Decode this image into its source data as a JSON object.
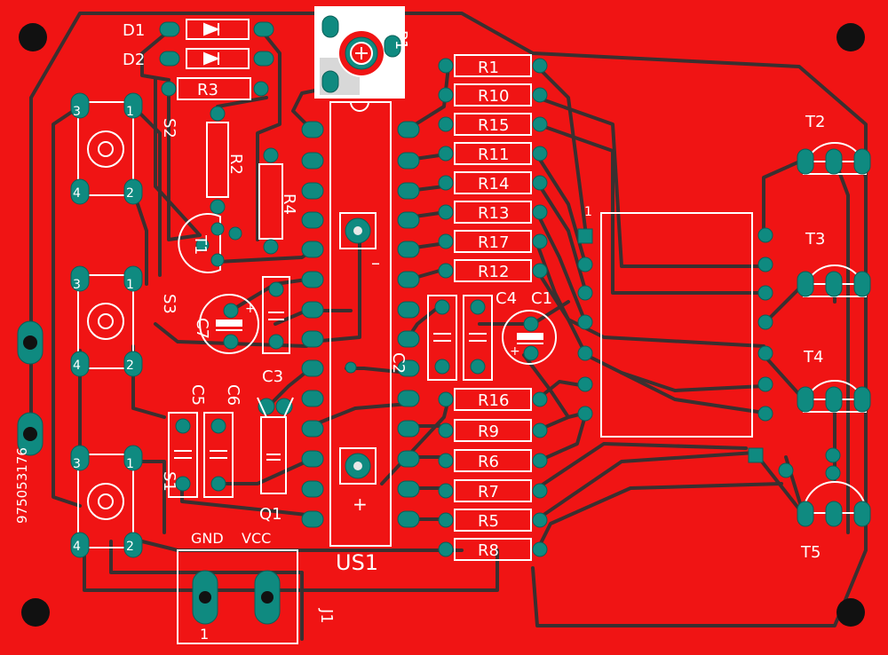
{
  "board": {
    "colors": {
      "copper": "#f01414",
      "trace": "#3a3030",
      "pad": "#0f8a80",
      "silk": "#ffffff"
    },
    "side_code": "975053176",
    "chip": {
      "name": "US1",
      "minus": "–",
      "plus": "+"
    },
    "connector": {
      "name": "J1",
      "pin1": "1",
      "gnd": "GND",
      "vcc": "VCC"
    },
    "pin_marker": "1",
    "diodes": [
      "D1",
      "D2"
    ],
    "pot": "P1",
    "resistors_right": [
      "R1",
      "R10",
      "R15",
      "R11",
      "R14",
      "R13",
      "R17",
      "R12"
    ],
    "resistors_lower": [
      "R16",
      "R9",
      "R6",
      "R7",
      "R5",
      "R8"
    ],
    "misc": {
      "r3": "R3",
      "r2": "R2",
      "r4": "R4",
      "t1": "T1",
      "s2": "S2",
      "s3": "S3",
      "s1": "S1",
      "c7": "C7",
      "c3": "C3",
      "c5": "C5",
      "c6": "C6",
      "c2": "C2",
      "c4": "C4",
      "c1": "C1",
      "q1": "Q1",
      "t2": "T2",
      "t3": "T3",
      "t4": "T4",
      "t5": "T5"
    },
    "switch_pins": {
      "a": "3",
      "b": "1",
      "c": "4",
      "d": "2"
    }
  }
}
